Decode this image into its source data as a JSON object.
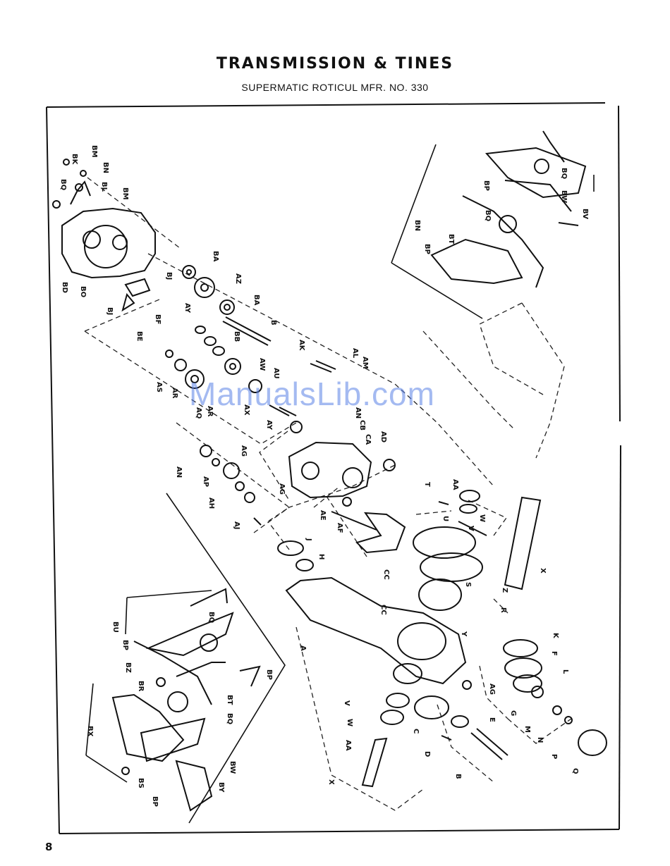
{
  "header": {
    "title": "TRANSMISSION & TINES",
    "subtitle": "SUPERMATIC ROTICUL  MFR. NO. 330"
  },
  "page_number": "8",
  "watermark": "ManualsLib.com",
  "part_labels": {
    "BK": "BK",
    "BM": "BM",
    "BN": "BN",
    "BQ": "BQ",
    "BL": "BL",
    "BD": "BD",
    "BO": "BO",
    "BJ": "BJ",
    "BE": "BE",
    "BF": "BF",
    "BA": "BA",
    "AZ": "AZ",
    "AY": "AY",
    "BB": "BB",
    "B": "B",
    "AS": "AS",
    "AR": "AR",
    "AQ": "AQ",
    "AW": "AW",
    "AU": "AU",
    "AX": "AX",
    "AK": "AK",
    "AL": "AL",
    "AM": "AM",
    "AN": "AN",
    "CB": "CB",
    "CA": "CA",
    "AD": "AD",
    "AG": "AG",
    "AP": "AP",
    "AH": "AH",
    "AJ": "AJ",
    "AE": "AE",
    "AF": "AF",
    "T": "T",
    "AA": "AA",
    "U": "U",
    "W": "W",
    "V": "V",
    "X": "X",
    "Z": "Z",
    "J": "J",
    "H": "H",
    "CC": "CC",
    "S": "S",
    "Y": "Y",
    "R": "R",
    "A": "A",
    "K": "K",
    "F": "F",
    "L": "L",
    "G": "G",
    "M": "M",
    "N": "N",
    "P": "P",
    "Q": "Q",
    "C": "C",
    "E": "E",
    "D": "D",
    "BP": "BP",
    "BW": "BW",
    "BV": "BV",
    "BT": "BT",
    "BU": "BU",
    "BZ": "BZ",
    "BR": "BR",
    "BX": "BX",
    "BS": "BS",
    "BY": "BY"
  }
}
